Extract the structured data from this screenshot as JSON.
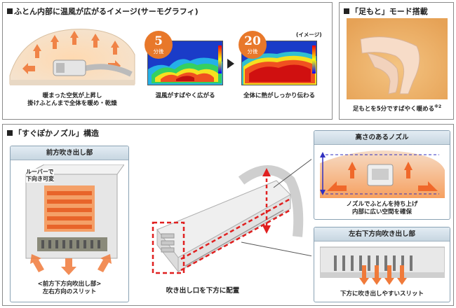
{
  "top_left": {
    "title": "ふとん内部に温風が広がるイメージ(サーモグラフィ)",
    "caption_left": [
      "暖まった空気が上昇し",
      "掛けふとんまで全体を暖め・乾燥"
    ],
    "badge1": {
      "num": "5",
      "unit": "分後"
    },
    "badge2": {
      "num": "20",
      "unit": "分後"
    },
    "note": "(イメージ)",
    "caption_mid": "温風がすばやく広がる",
    "caption_right": "全体に熱がしっかり伝わる",
    "arrow_icon": "triangle-right-icon"
  },
  "top_right": {
    "title": "「足もと」モード搭載",
    "caption": "足もとを5分ですばやく暖める",
    "footnote": "※2"
  },
  "bottom": {
    "title": "「すぐぽかノズル」構造",
    "front_box": {
      "title": "前方吹き出し部",
      "louver_label": [
        "ルーバーで",
        "下向き可変"
      ],
      "caption": [
        "<前方下方向吹出し部>",
        "左右方向のスリット"
      ]
    },
    "center_caption": "吹き出し口を下方に配置",
    "height_box": {
      "title": "高さのあるノズル",
      "caption": [
        "ノズルでふとんを持ち上げ",
        "内部に広い空間を確保"
      ]
    },
    "side_box": {
      "title": "左右下方向吹き出し部",
      "caption": "下方に吹き出しやすいスリット"
    }
  },
  "colors": {
    "accent_orange": "#e8782a",
    "dashed_red": "#e02020",
    "panel_border": "#8a8a8a",
    "subhead_blue": "#c7d6e1"
  }
}
